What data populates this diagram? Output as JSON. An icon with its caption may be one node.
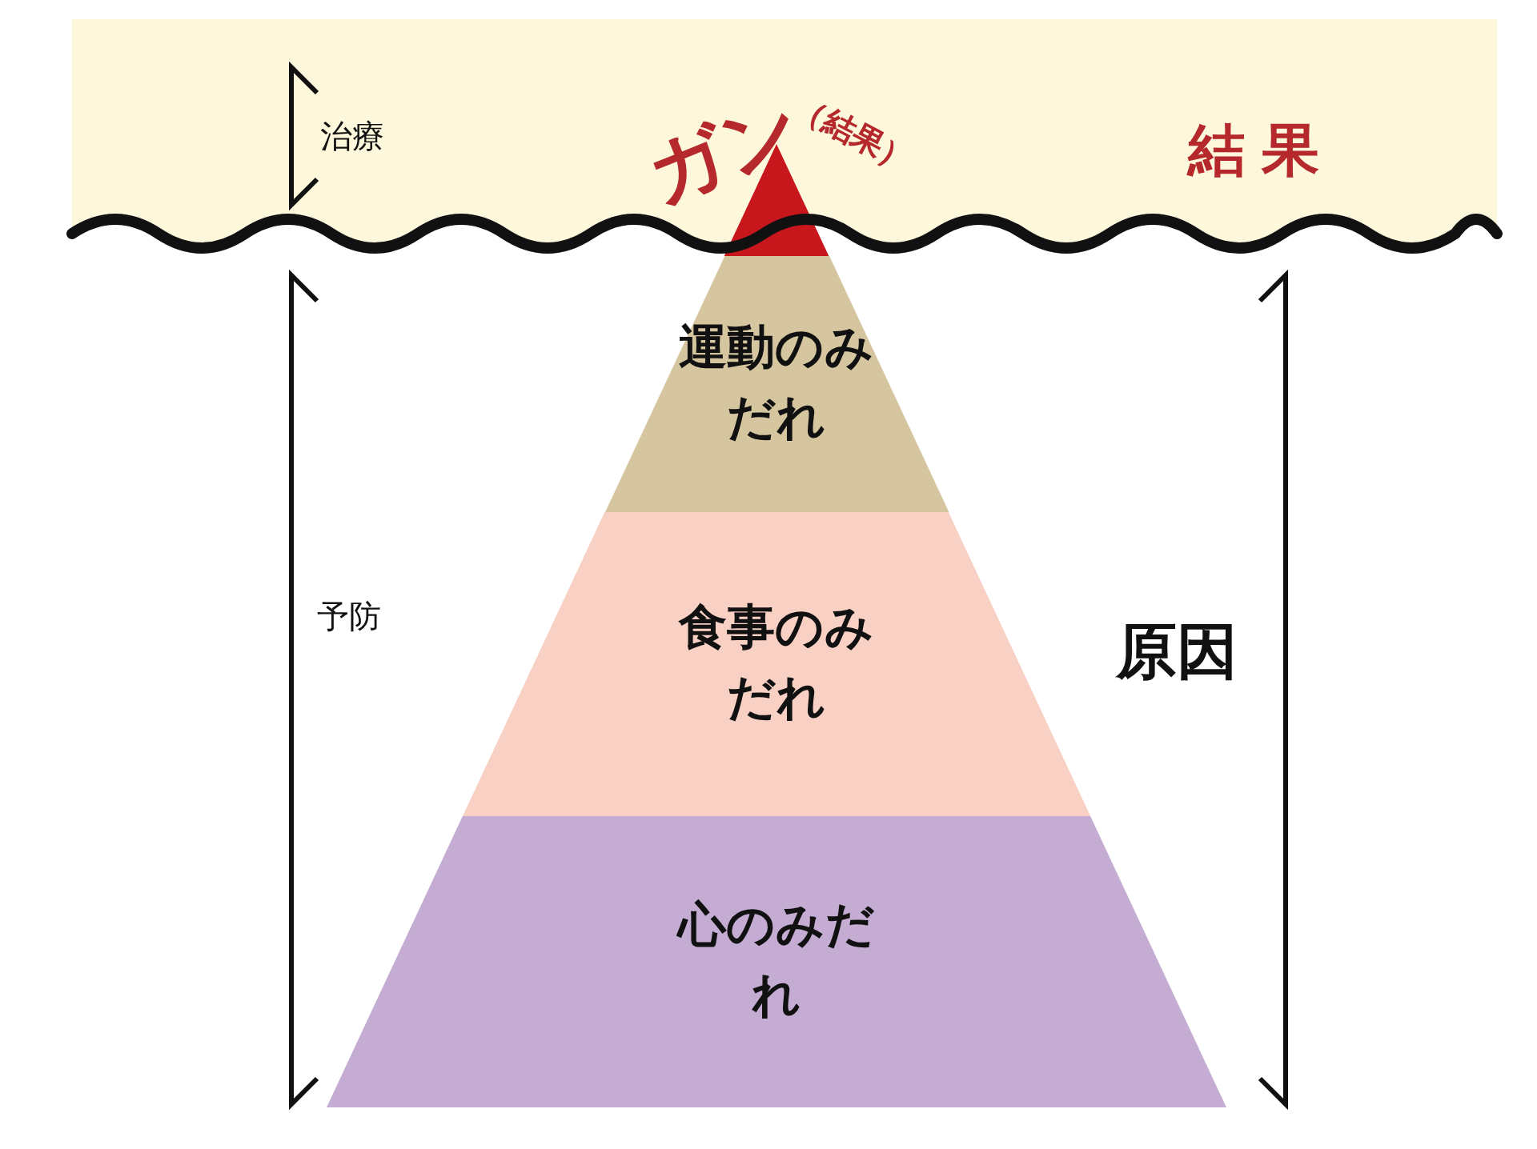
{
  "diagram": {
    "nodes": [
      {
        "text": [
          "ガン",
          "（結果）"
        ]
      },
      {
        "text": [
          "運動のみだれ"
        ]
      },
      {
        "text": [
          "食事のみだれ"
        ]
      },
      {
        "text": [
          "心のみだれ"
        ]
      }
    ],
    "labels": [
      "治療",
      "結果",
      "予防",
      "原因"
    ]
  }
}
